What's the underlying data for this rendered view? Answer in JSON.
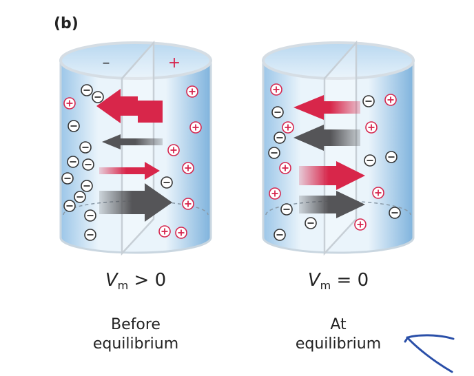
{
  "panel_label": "(b)",
  "left": {
    "top_minus": "–",
    "top_plus": "+",
    "vm_var": "V",
    "vm_sub": "m",
    "vm_rest": " > 0",
    "state_line1": "Before",
    "state_line2": "equilibrium"
  },
  "right": {
    "vm_var": "V",
    "vm_sub": "m",
    "vm_rest": " = 0",
    "state_line1": "At",
    "state_line2": "equilibrium"
  },
  "colors": {
    "cation": "#d6264e",
    "anion": "#333333",
    "arrow_red": "#d8264a",
    "arrow_gray": "#555558",
    "liquid_light": "#eaf4fb",
    "liquid_dark": "#7fb3dd",
    "annotation": "#2a4fa8"
  }
}
